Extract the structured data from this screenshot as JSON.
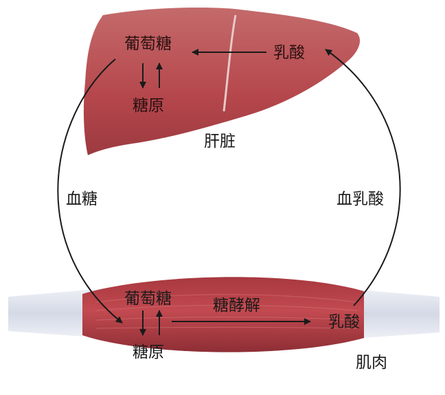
{
  "liver": {
    "name": "肝脏",
    "glucose": "葡萄糖",
    "glycogen": "糖原",
    "lactate": "乳酸"
  },
  "muscle": {
    "name": "肌肉",
    "glucose": "葡萄糖",
    "glycogen": "糖原",
    "lactate": "乳酸",
    "process": "糖酵解"
  },
  "pathways": {
    "left": "血糖",
    "right": "血乳酸"
  },
  "colors": {
    "organ_red": "#b5474c",
    "tendon": "#d9dde8",
    "arrow": "#1a1a1a"
  }
}
